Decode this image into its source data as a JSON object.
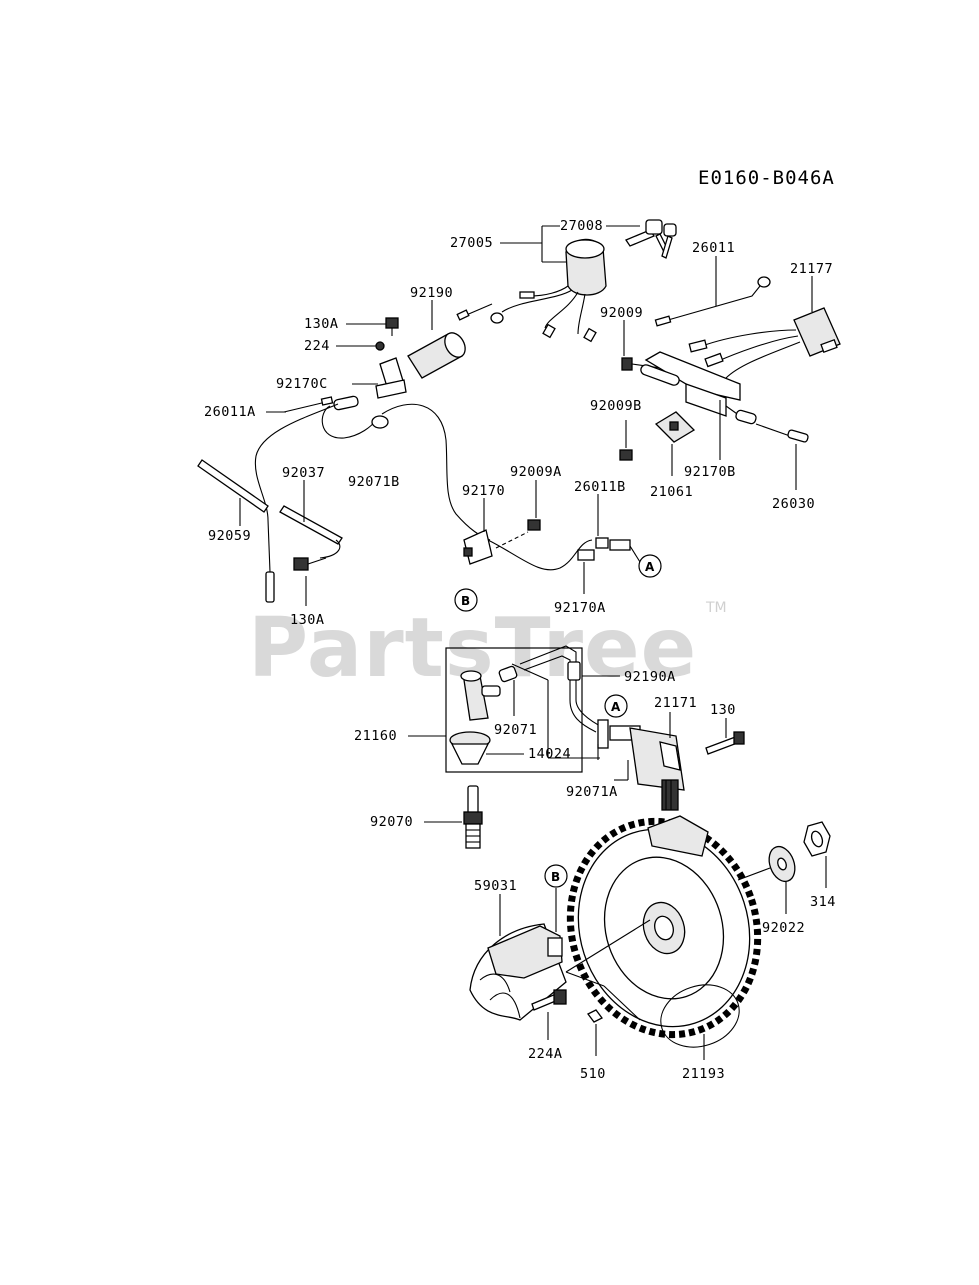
{
  "diagram_code": "E0160-B046A",
  "watermark": "PartsTree",
  "watermark_tm": "TM",
  "callouts": {
    "a": "A",
    "b": "B"
  },
  "labels": {
    "p27008": "27008",
    "p27005": "27005",
    "p26011": "26011",
    "p21177": "21177",
    "p92190": "92190",
    "p130A_top": "130A",
    "p224": "224",
    "p92009": "92009",
    "p92170C": "92170C",
    "p26011A": "26011A",
    "p92009B": "92009B",
    "p92037": "92037",
    "p92071B": "92071B",
    "p92009A": "92009A",
    "p92170": "92170",
    "p26011B": "26011B",
    "p92170B": "92170B",
    "p21061": "21061",
    "p26030": "26030",
    "p92059": "92059",
    "p130A_bottom": "130A",
    "p92170A": "92170A",
    "p92190A": "92190A",
    "p21171": "21171",
    "p130": "130",
    "p21160": "21160",
    "p92071": "92071",
    "p14024": "14024",
    "p92071A": "92071A",
    "p92070": "92070",
    "p59031": "59031",
    "p92022": "92022",
    "p314": "314",
    "p224A": "224A",
    "p510": "510",
    "p21193": "21193"
  }
}
